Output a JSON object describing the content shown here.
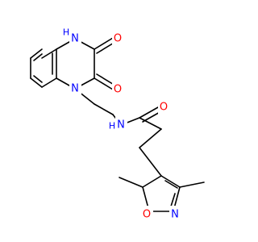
{
  "atom_colors": {
    "N": "#0000ff",
    "O": "#ff0000"
  },
  "atoms": {
    "n_h": {
      "label": "N",
      "hydrogen": "H",
      "color": "#0000ff"
    },
    "o_upper": {
      "label": "O",
      "color": "#ff0000"
    },
    "o_lower": {
      "label": "O",
      "color": "#ff0000"
    },
    "n_ring": {
      "label": "N",
      "color": "#0000ff"
    },
    "n_amide": {
      "label": "N",
      "hydrogen": "H",
      "color": "#0000ff"
    },
    "o_amide": {
      "label": "O",
      "color": "#ff0000"
    },
    "o_isoxazole": {
      "label": "O",
      "color": "#ff0000"
    },
    "n_isoxazole": {
      "label": "N",
      "color": "#0000ff"
    }
  }
}
